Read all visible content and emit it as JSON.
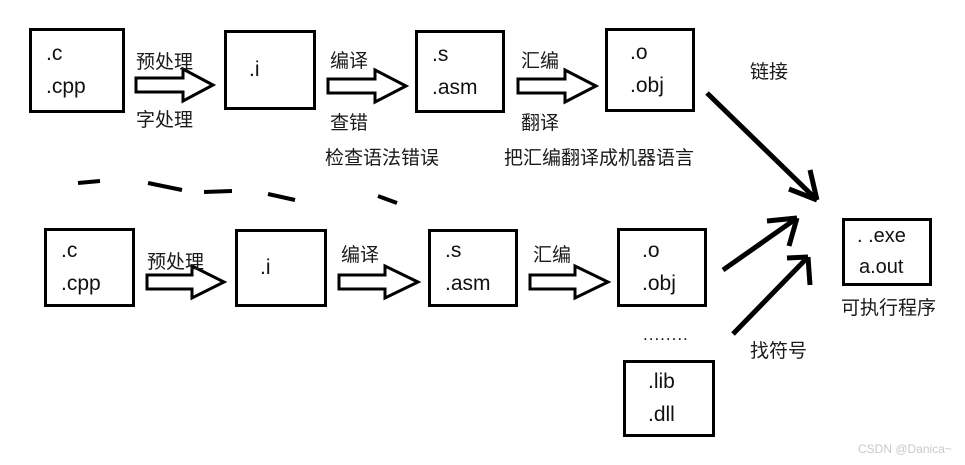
{
  "diagram": {
    "title_text": "",
    "watermark": "CSDN @Danica~",
    "boxes": [
      {
        "id": "src1",
        "line1": ".c",
        "line2": ".cpp"
      },
      {
        "id": "pre1",
        "line1": ".i",
        "line2": ""
      },
      {
        "id": "asm1",
        "line1": ".s",
        "line2": ".asm"
      },
      {
        "id": "obj1",
        "line1": ".o",
        "line2": ".obj"
      },
      {
        "id": "src2",
        "line1": ".c",
        "line2": ".cpp"
      },
      {
        "id": "pre2",
        "line1": ".i",
        "line2": ""
      },
      {
        "id": "asm2",
        "line1": ".s",
        "line2": ".asm"
      },
      {
        "id": "obj2",
        "line1": ".o",
        "line2": ".obj"
      },
      {
        "id": "lib",
        "line1": ".lib",
        "line2": ".dll"
      },
      {
        "id": "exe",
        "line1": ". .exe",
        "line2": "a.out"
      }
    ],
    "labels": {
      "row1_pre_above": "预处理",
      "row1_pre_below": "字处理",
      "row1_compile_above": "编译",
      "row1_compile_below1": "查错",
      "row1_compile_below2": "检查语法错误",
      "row1_assemble_above": "汇编",
      "row1_assemble_below1": "翻译",
      "row1_assemble_below2": "把汇编翻译成机器语言",
      "row2_pre": "预处理",
      "row2_compile": "编译",
      "row2_assemble": "汇编",
      "link": "链接",
      "find_symbol": "找符号",
      "exe_caption": "可执行程序",
      "ellipsis": "........"
    },
    "colors": {
      "stroke": "#000000",
      "text": "#111111",
      "background": "#ffffff",
      "watermark": "#c9c9c9"
    }
  }
}
